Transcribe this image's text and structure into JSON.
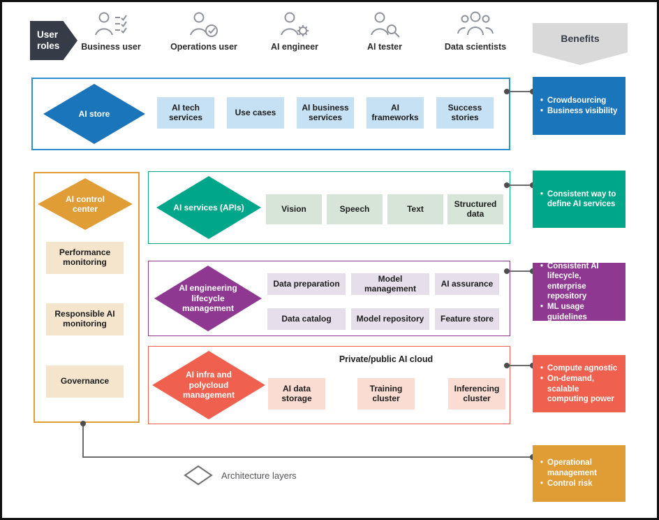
{
  "header": {
    "user_roles_label": "User roles",
    "roles": [
      {
        "label": "Business user",
        "icon": "business-user-icon"
      },
      {
        "label": "Operations user",
        "icon": "operations-user-icon"
      },
      {
        "label": "AI engineer",
        "icon": "ai-engineer-icon"
      },
      {
        "label": "AI tester",
        "icon": "ai-tester-icon"
      },
      {
        "label": "Data scientists",
        "icon": "data-scientists-icon"
      }
    ],
    "benefits_label": "Benefits"
  },
  "layers": [
    {
      "name": "AI store",
      "items": [
        "AI tech services",
        "Use cases",
        "AI business services",
        "AI frameworks",
        "Success stories"
      ],
      "benefits": [
        "Crowdsourcing",
        "Business visibility"
      ],
      "accent": "#1b75bb",
      "light": "#c7e1f4"
    },
    {
      "name": "AI services (APIs)",
      "items": [
        "Vision",
        "Speech",
        "Text",
        "Structured data"
      ],
      "benefits": [
        "Consistent way to define AI services"
      ],
      "accent": "#00a689",
      "light": "#d6e5d8"
    },
    {
      "name": "AI engineering lifecycle management",
      "items": [
        "Data preparation",
        "Model management",
        "AI assurance",
        "Data catalog",
        "Model repository",
        "Feature store"
      ],
      "benefits": [
        "Consistent AI lifecycle, enterprise repository",
        "ML usage guidelines"
      ],
      "accent": "#8f3892",
      "light": "#e6dfeb"
    },
    {
      "name": "AI infra and polycloud management",
      "subtitle": "Private/public AI cloud",
      "items": [
        "AI data storage",
        "Training cluster",
        "Inferencing cluster"
      ],
      "benefits": [
        "Compute agnostic",
        "On-demand, scalable computing power"
      ],
      "accent": "#f0604e",
      "light": "#fbdcd2"
    }
  ],
  "control_center": {
    "name": "AI control center",
    "items": [
      "Performance monitoring",
      "Responsible AI monitoring",
      "Governance"
    ],
    "benefits": [
      "Operational management",
      "Control risk"
    ],
    "accent": "#e09d35",
    "light": "#f4e5cc"
  },
  "legend": {
    "label": "Architecture layers"
  }
}
